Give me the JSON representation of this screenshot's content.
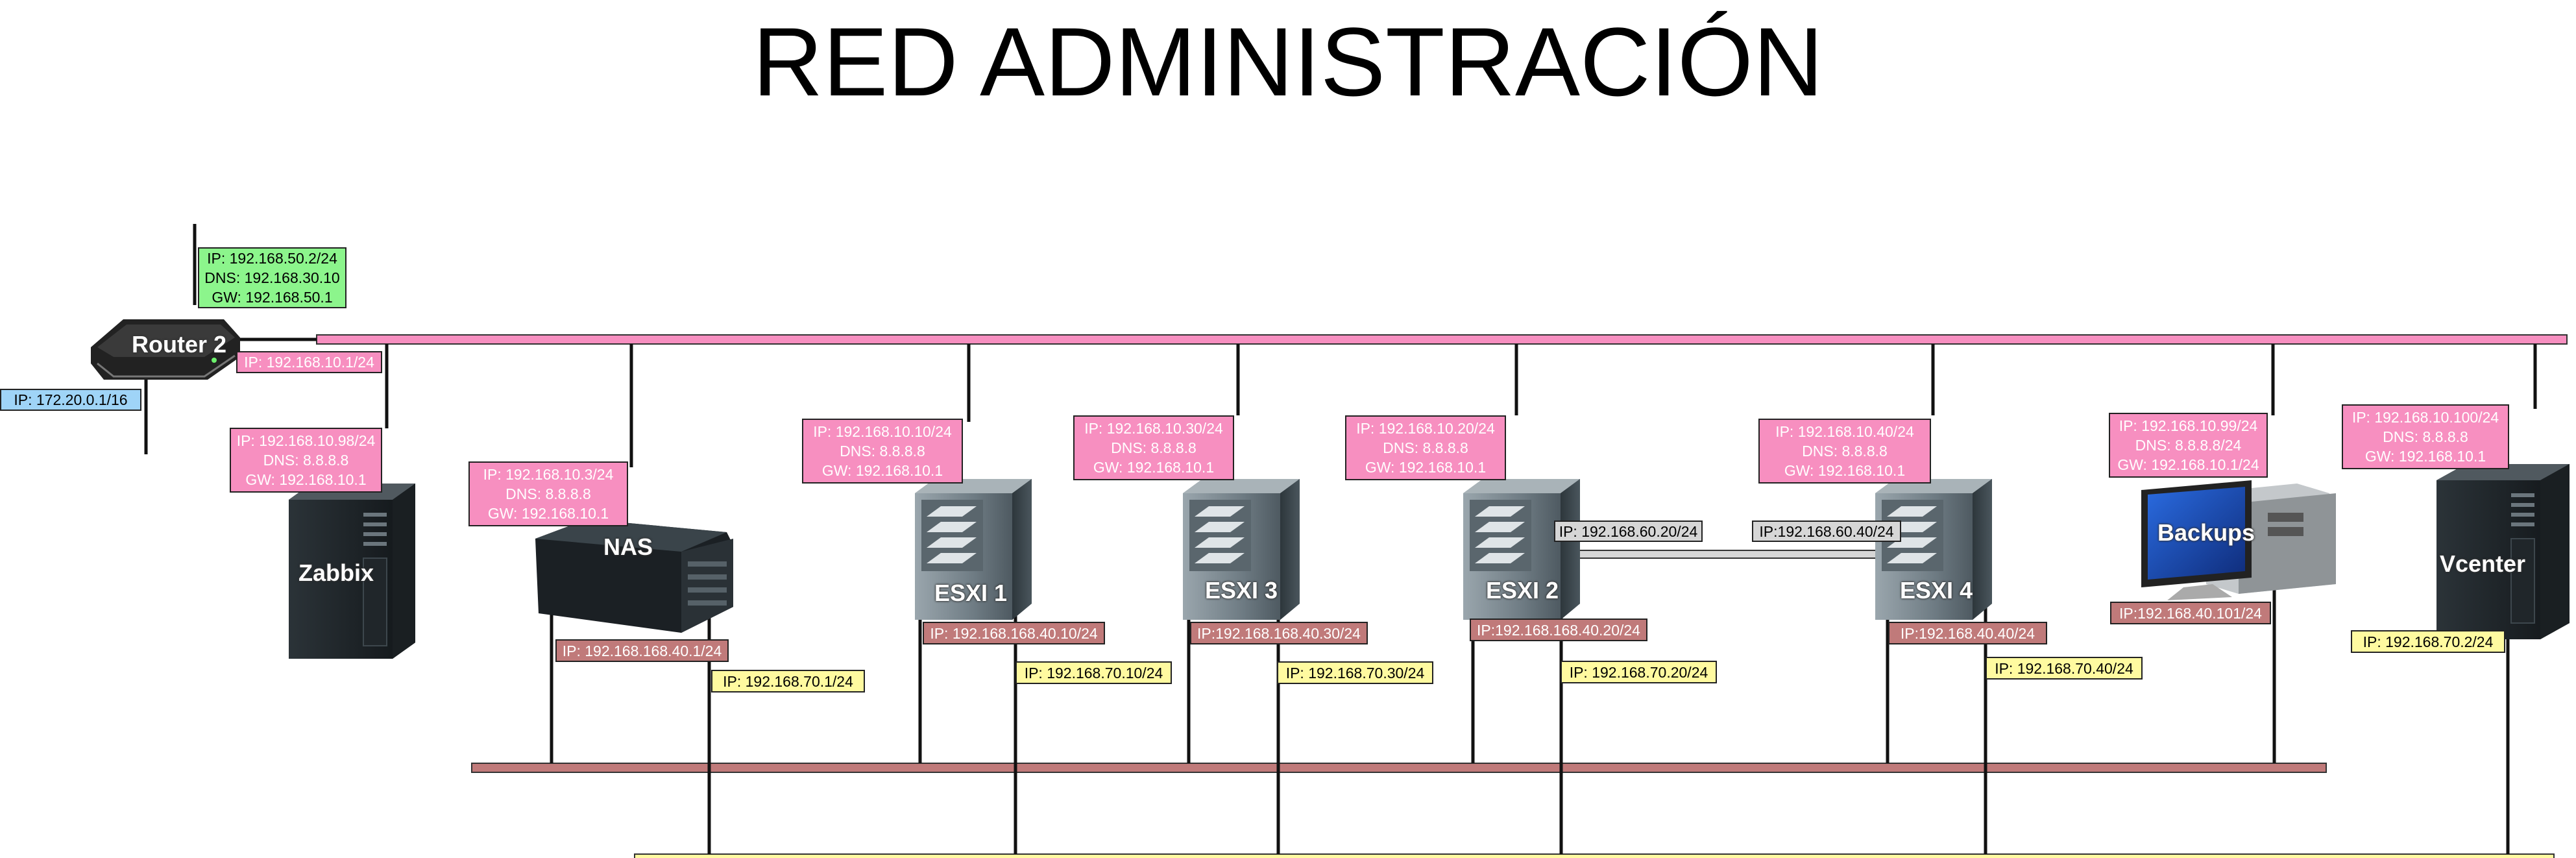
{
  "title": "RED ADMINISTRACIÓN",
  "colors": {
    "lan_pink": "#f78fc0",
    "lan_rose": "#c07a7a",
    "lan_yellow": "#fffaa0",
    "lan_gray": "#d6d6d6",
    "wan_green": "#8cf58c",
    "ext_blue": "#9fd4f7"
  },
  "devices": {
    "router": {
      "name": "Router 2",
      "icon": "router-icon",
      "wan": [
        "IP: 192.168.50.2/24",
        "DNS: 192.168.30.10",
        "GW: 192.168.50.1"
      ],
      "lan": "IP: 192.168.10.1/24",
      "ext": "IP: 172.20.0.1/16"
    },
    "zabbix": {
      "name": "Zabbix",
      "icon": "server-tower-icon",
      "lan": [
        "IP: 192.168.10.98/24",
        "DNS: 8.8.8.8",
        "GW: 192.168.10.1"
      ]
    },
    "nas": {
      "name": "NAS",
      "icon": "nas-icon",
      "lan": [
        "IP: 192.168.10.3/24",
        "DNS: 8.8.8.8",
        "GW: 192.168.10.1"
      ],
      "storage": "IP: 192.168.168.40.1/24",
      "mgmt": "IP: 192.168.70.1/24"
    },
    "esxi1": {
      "name": "ESXI 1",
      "icon": "server-icon",
      "lan": [
        "IP: 192.168.10.10/24",
        "DNS: 8.8.8.8",
        "GW: 192.168.10.1"
      ],
      "storage": "IP: 192.168.168.40.10/24",
      "mgmt": "IP: 192.168.70.10/24"
    },
    "esxi3": {
      "name": "ESXI 3",
      "icon": "server-icon",
      "lan": [
        "IP: 192.168.10.30/24",
        "DNS: 8.8.8.8",
        "GW: 192.168.10.1"
      ],
      "storage": "IP:192.168.168.40.30/24",
      "mgmt": "IP: 192.168.70.30/24"
    },
    "esxi2": {
      "name": "ESXI 2",
      "icon": "server-icon",
      "lan": [
        "IP: 192.168.10.20/24",
        "DNS: 8.8.8.8",
        "GW: 192.168.10.1"
      ],
      "storage": "IP:192.168.168.40.20/24",
      "mgmt": "IP: 192.168.70.20/24",
      "vmotion": "IP: 192.168.60.20/24"
    },
    "esxi4": {
      "name": "ESXI 4",
      "icon": "server-icon",
      "lan": [
        "IP: 192.168.10.40/24",
        "DNS: 8.8.8.8",
        "GW: 192.168.10.1"
      ],
      "storage": "IP:192.168.40.40/24",
      "mgmt": "IP: 192.168.70.40/24",
      "vmotion": "IP:192.168.60.40/24"
    },
    "backups": {
      "name": "Backups",
      "icon": "desktop-computer-icon",
      "lan": [
        "IP: 192.168.10.99/24",
        "DNS: 8.8.8.8/24",
        "GW: 192.168.10.1/24"
      ],
      "storage": "IP:192.168.40.101/24"
    },
    "vcenter": {
      "name": "Vcenter",
      "icon": "server-tower-icon",
      "lan": [
        "IP: 192.168.10.100/24",
        "DNS: 8.8.8.8",
        "GW: 192.168.10.1"
      ],
      "mgmt": "IP: 192.168.70.2/24"
    }
  }
}
